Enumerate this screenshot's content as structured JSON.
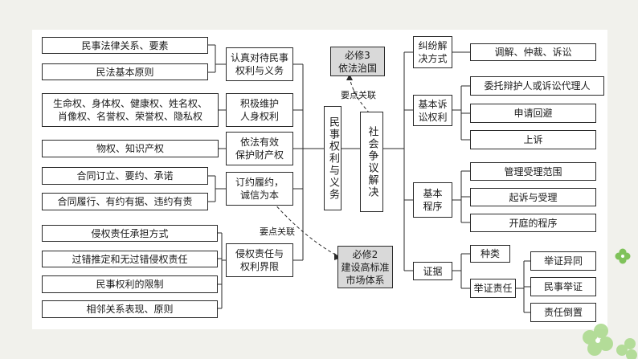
{
  "left": {
    "groups": [
      {
        "label": "认真对待民事\n权利与义务",
        "items": [
          "民事法律关系、要素",
          "民法基本原则"
        ]
      },
      {
        "label": "积极维护\n人身权利",
        "items": [
          "生命权、身体权、健康权、姓名权、\n肖像权、名誉权、荣誉权、隐私权"
        ]
      },
      {
        "label": "依法有效\n保护财产权",
        "items": [
          "物权、知识产权"
        ]
      },
      {
        "label": "订约履约，\n诚信为本",
        "items": [
          "合同订立、要约、承诺",
          "合同履行、有约有据、违约有责"
        ]
      },
      {
        "label": "侵权责任与\n权利界限",
        "items": [
          "侵权责任承担方式",
          "过错推定和无过错侵权责任",
          "民事权利的限制",
          "相邻关系表现、原则"
        ]
      }
    ]
  },
  "center": {
    "left_title": "民事权利与义务",
    "right_title": "社会争议解决",
    "top_ref": "必修3\n依法治国",
    "bottom_ref": "必修2\n建设高标准\n市场体系",
    "link_label_top": "要点关联",
    "link_label_bottom": "要点关联"
  },
  "right": {
    "groups": [
      {
        "label": "纠纷解\n决方式",
        "items": [
          "调解、仲裁、诉讼"
        ]
      },
      {
        "label": "基本诉\n讼权利",
        "items": [
          "委托辩护人或诉讼代理人",
          "申请回避",
          "上诉"
        ]
      },
      {
        "label": "基本\n程序",
        "items": [
          "管理受理范围",
          "起诉与受理",
          "开庭的程序"
        ]
      },
      {
        "label": "证据",
        "items": [
          "种类",
          "举证责任"
        ],
        "sub_items": [
          "举证异同",
          "民事举证",
          "责任倒置"
        ]
      }
    ]
  },
  "colors": {
    "line": "#2a2a2a",
    "gray_box": "#d9d9d9",
    "panel": "#ffffff",
    "background": "#f1f1ec",
    "clover": "#7fc25a"
  }
}
